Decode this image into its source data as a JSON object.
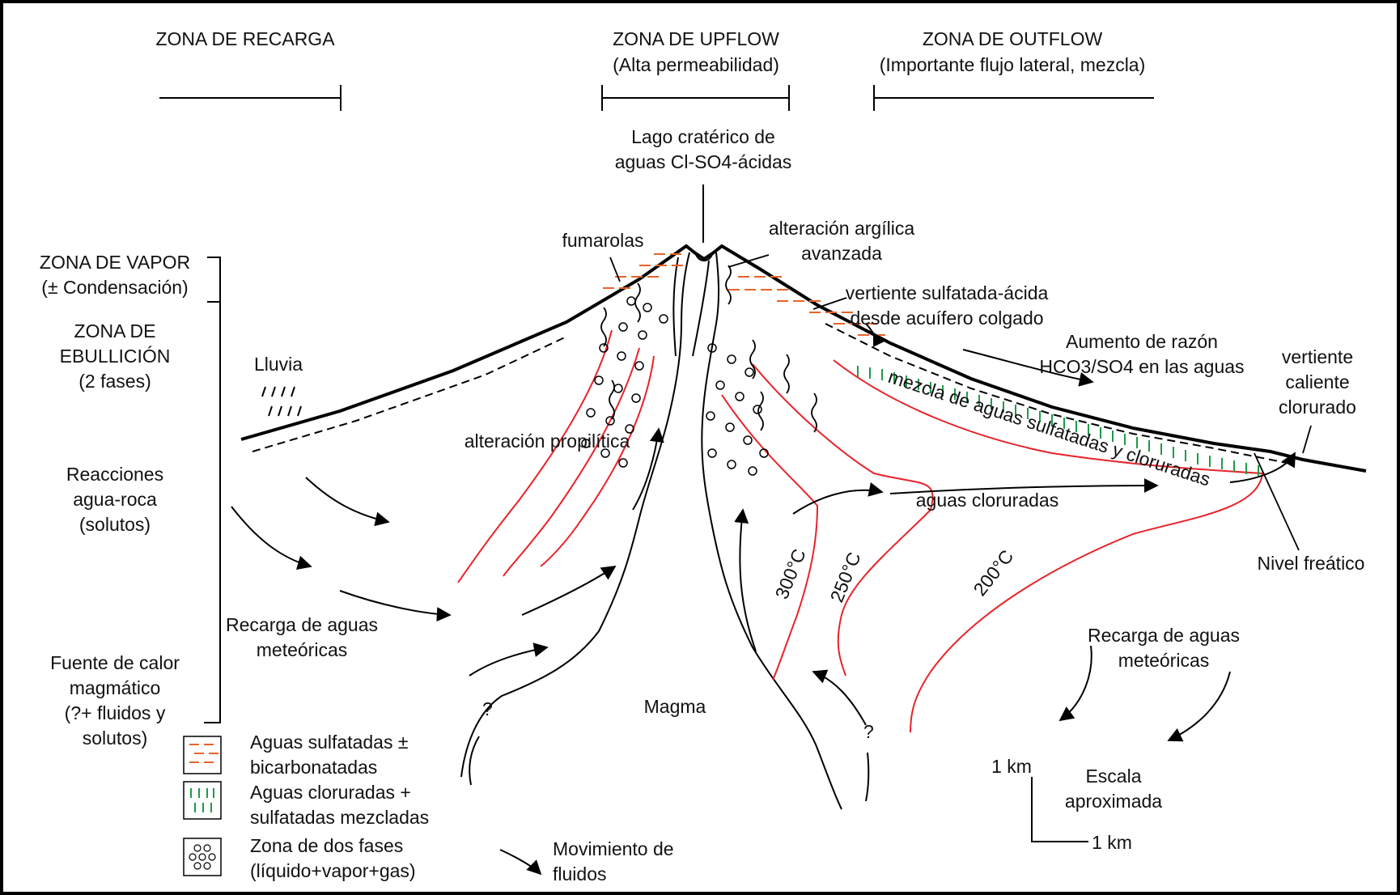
{
  "zones": {
    "recarga": "ZONA DE RECARGA",
    "upflow_title": "ZONA DE UPFLOW",
    "upflow_sub": "(Alta permeabilidad)",
    "outflow_title": "ZONA DE OUTFLOW",
    "outflow_sub": "(Importante flujo lateral, mezcla)"
  },
  "left_column": {
    "vapor_1": "ZONA DE VAPOR",
    "vapor_2": "(± Condensación)",
    "ebullicion_1": "ZONA DE",
    "ebullicion_2": "EBULLICIÓN",
    "ebullicion_3": "(2 fases)",
    "reacciones_1": "Reacciones",
    "reacciones_2": "agua-roca",
    "reacciones_3": "(solutos)",
    "fuente_1": "Fuente de calor",
    "fuente_2": "magmático",
    "fuente_3": "(?+ fluidos y",
    "fuente_4": "solutos)"
  },
  "labels": {
    "lago_1": "Lago cratérico de",
    "lago_2": "aguas Cl-SO4-ácidas",
    "fumarolas": "fumarolas",
    "argilica_1": "alteración argílica",
    "argilica_2": "avanzada",
    "vertiente_1": "vertiente sulfatada-ácida",
    "vertiente_2": "desde acuífero colgado",
    "aumento_1": "Aumento de razón",
    "aumento_2": "HCO3/SO4 en las aguas",
    "caliente_1": "vertiente",
    "caliente_2": "caliente",
    "caliente_3": "clorurado",
    "lluvia": "Lluvia",
    "mezcla": "mezcla de aguas sulfatadas y cloruradas",
    "propilitica": "alteración propilítica",
    "cloruradas": "aguas cloruradas",
    "nivel": "Nivel freático",
    "t300": "300°C",
    "t250": "250°C",
    "t200": "200°C",
    "recarga_left_1": "Recarga de aguas",
    "recarga_left_2": "meteóricas",
    "recarga_right_1": "Recarga de aguas",
    "recarga_right_2": "meteóricas",
    "magma": "Magma",
    "q1": "?",
    "q2": "?"
  },
  "legend": {
    "sulf_1": "Aguas sulfatadas ±",
    "sulf_2": "bicarbonatadas",
    "clor_1": "Aguas cloruradas +",
    "clor_2": "sulfatadas mezcladas",
    "dos_1": "Zona de dos fases",
    "dos_2": "(líquido+vapor+gas)",
    "mov_1": "Movimiento de",
    "mov_2": "fluidos"
  },
  "scale": {
    "v": "1 km",
    "h": "1 km",
    "label_1": "Escala",
    "label_2": "aproximada"
  },
  "colors": {
    "isotherm": "#e8232a",
    "sulfate": "#e8622a",
    "chloride": "#1f9a4a",
    "ink": "#000000"
  }
}
